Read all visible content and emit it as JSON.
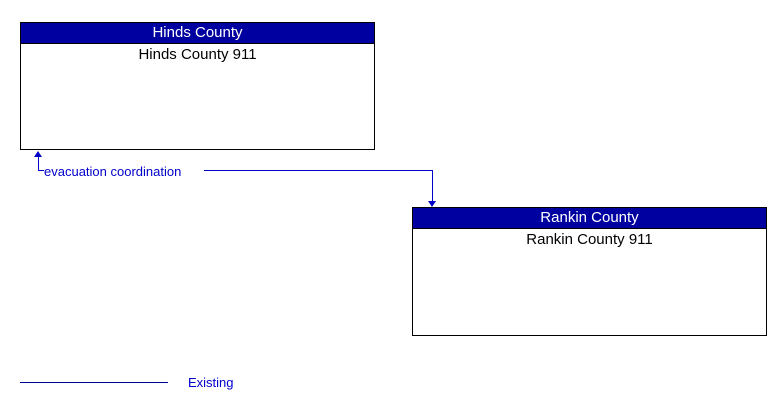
{
  "diagram": {
    "entities": [
      {
        "title": "Hinds County",
        "subtitle": "Hinds County 911"
      },
      {
        "title": "Rankin County",
        "subtitle": "Rankin County 911"
      }
    ],
    "connector": {
      "label": "evacuation coordination",
      "from": "Hinds County 911",
      "to": "Rankin County 911",
      "direction": "bidirectional",
      "status": "existing"
    },
    "legend": {
      "label": "Existing"
    }
  },
  "colors": {
    "header_bg": "#0000a0",
    "header_text": "#ffffff",
    "box_border": "#000000",
    "connector_line": "#0000c8",
    "flow_label_text": "#0000cc",
    "legend_line": "#000090",
    "legend_text": "#0000cc"
  }
}
